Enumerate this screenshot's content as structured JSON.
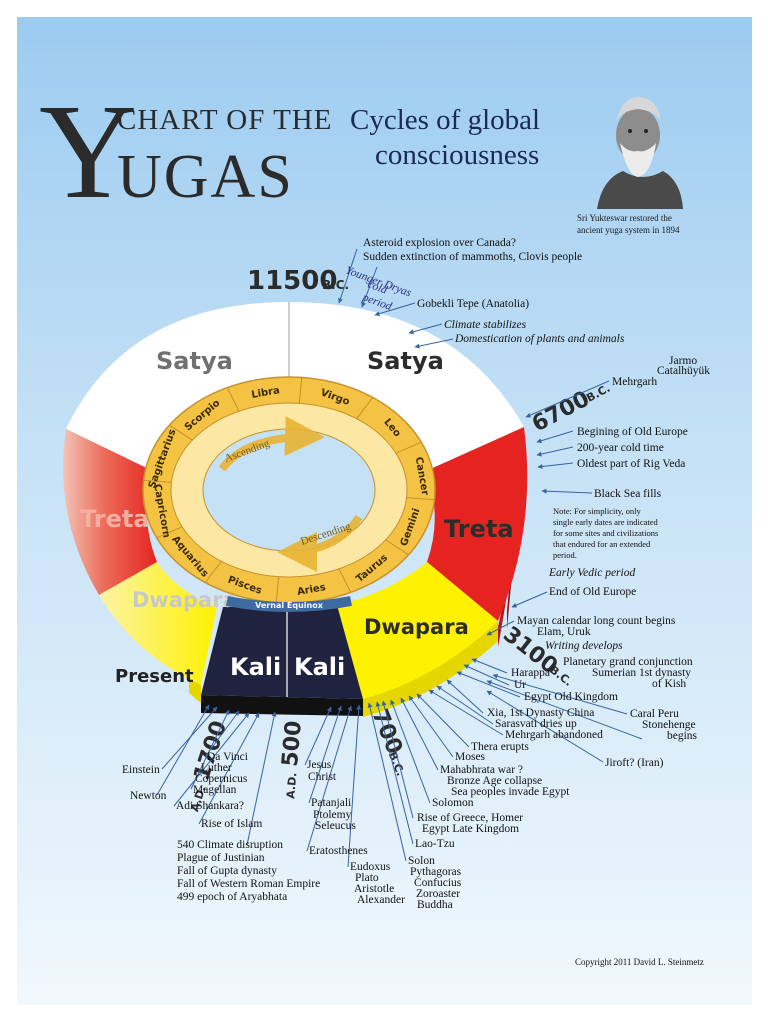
{
  "header": {
    "big_y": "Y",
    "title_line1": "CHART OF THE",
    "title_line2": "UGAS",
    "subtitle_line1": "Cycles of global",
    "subtitle_line2": "consciousness",
    "portrait_caption_line1": "Sri Yukteswar restored the",
    "portrait_caption_line2": "ancient yuga system in 1894"
  },
  "yugas": {
    "satya_left": "Satya",
    "satya_right": "Satya",
    "treta_left": "Treta",
    "treta_right": "Treta",
    "dwapara_left": "Dwapara",
    "dwapara_right": "Dwapara",
    "kali_left": "Kali",
    "kali_right": "Kali",
    "present": "Present"
  },
  "colors": {
    "satya": "#ffffff",
    "treta": "#e52421",
    "dwapara": "#fff200",
    "kali": "#1f2340",
    "zodiac": "#f4c343",
    "background_top": "#9ccbf0"
  },
  "zodiac": {
    "signs": [
      "Libra",
      "Virgo",
      "Leo",
      "Cancer",
      "Gemini",
      "Taurus",
      "Aries",
      "Pisces",
      "Aquarius",
      "Capricorn",
      "Sagittarius",
      "Scorpio"
    ],
    "ascending": "Ascending",
    "descending": "Descending",
    "vernal_equinox": "Vernal Equinox"
  },
  "dates": {
    "d11500": "11500",
    "d11500_era": "B.C.",
    "d6700": "6700",
    "d6700_era": "B.C.",
    "d3100": "3100",
    "d3100_era": "B.C.",
    "d1700": "1700",
    "d1700_era": "A.D.",
    "d500": "500",
    "d500_era": "A.D.",
    "d700": "700",
    "d700_era": "B.C."
  },
  "annotations": {
    "younger_dryas": [
      "Younger Dryas",
      "cold",
      "period"
    ],
    "asteroid": [
      "Asteroid explosion over Canada?",
      "Sudden extinction of mammoths, Clovis people"
    ],
    "gobekli": "Gobekli Tepe (Anatolia)",
    "climate": [
      "Climate stabilizes",
      "Domestication of plants and animals"
    ],
    "jarmo": [
      "Jarmo",
      "Catalhüyük",
      "Mehrgarh"
    ],
    "europe": [
      "Begining of Old Europe",
      "200-year cold time",
      "Oldest part of Rig Veda"
    ],
    "black_sea": "Black Sea fills",
    "note": [
      "Note: For simplicity, only",
      "single early dates are indicated",
      "for some sites and civilizations",
      "that endured for an extended",
      "period."
    ],
    "early_vedic": "Early Vedic period",
    "end_old_europe": "End of Old Europe",
    "mayan": [
      "Mayan calendar long count begins",
      "Elam, Uruk"
    ],
    "writing": "Writing develops",
    "planetary": "Planetary grand conjunction",
    "sumerian": [
      "Sumerian 1st dynasty",
      "of Kish"
    ],
    "harappa": "Harappa",
    "ur": "Ur",
    "egypt_old": "Egypt Old Kingdom",
    "caral": [
      "Caral Peru",
      "Stonehenge",
      "begins"
    ],
    "xia": [
      "Xia, 1st Dynasty China",
      "Sarasvati dries up",
      "Mehrgarh abandoned"
    ],
    "jiroft": "Jiroft? (Iran)",
    "thera": "Thera erupts",
    "moses": "Moses",
    "mahabharata": "Mahabhrata war ?",
    "bronze": "Bronze Age collapse",
    "sea_peoples": "Sea peoples invade Egypt",
    "solomon": "Solomon",
    "greece": "Rise of Greece, Homer",
    "egypt_late": "Egypt Late Kingdom",
    "laotzu": "Lao-Tzu",
    "philosophers_right": [
      "Solon",
      "Pythagoras",
      "Confucius",
      "Zoroaster",
      "Buddha"
    ],
    "philosophers_left": [
      "Eudoxus",
      "Plato",
      "Aristotle",
      "Alexander"
    ],
    "eratosthenes": "Eratosthenes",
    "patanjali": [
      "Patanjali",
      "Ptolemy",
      "Seleucus"
    ],
    "jesus": [
      "Jesus",
      "Christ"
    ],
    "justinian": [
      "540 Climate disruption",
      "Plague of Justinian",
      "Fall of Gupta dynasty",
      "Fall of Western Roman Empire",
      "499 epoch of Aryabhata"
    ],
    "islam": "Rise of Islam",
    "shankara": "Adi Shankara?",
    "davinci": [
      "Da Vinci",
      "Luther",
      "Copernicus",
      "Magellan"
    ],
    "einstein": "Einstein",
    "newton": "Newton"
  },
  "copyright": "Copyright 2011 David L. Steinmetz"
}
